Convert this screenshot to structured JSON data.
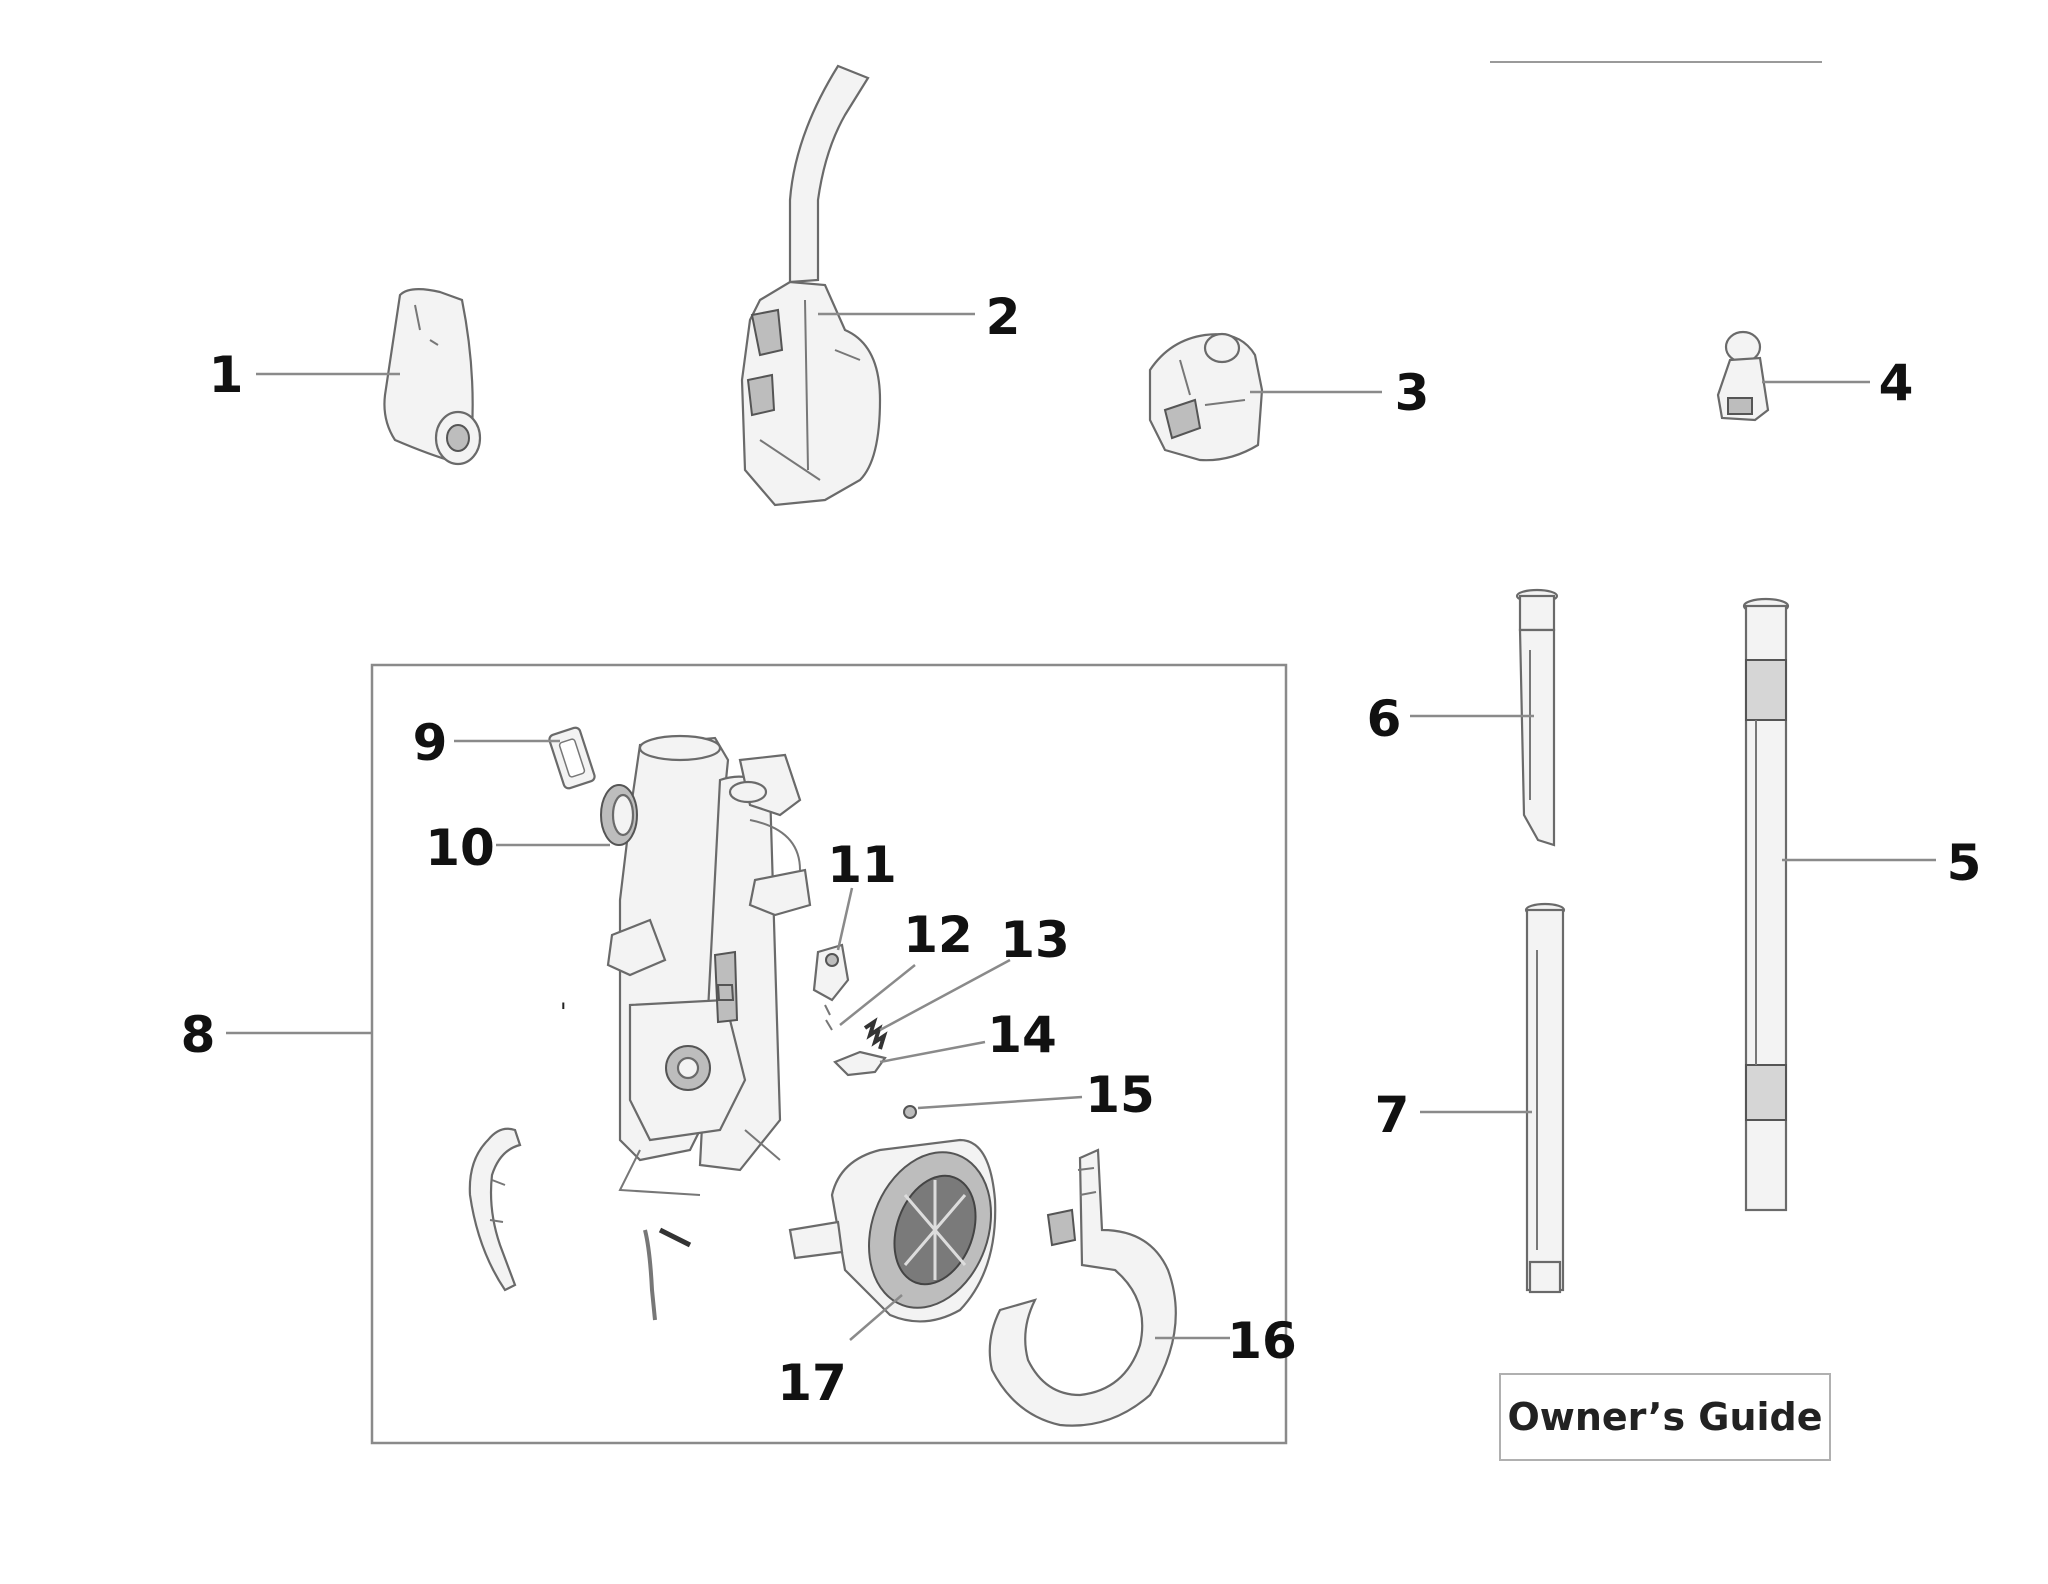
{
  "callouts": {
    "c1": "1",
    "c2": "2",
    "c3": "3",
    "c4": "4",
    "c5": "5",
    "c6": "6",
    "c7": "7",
    "c8": "8",
    "c9": "9",
    "c10": "10",
    "c11": "11",
    "c12": "12",
    "c13": "13",
    "c14": "14",
    "c15": "15",
    "c16": "16",
    "c17": "17"
  },
  "owners_guide": {
    "label": "Owner’s Guide"
  }
}
